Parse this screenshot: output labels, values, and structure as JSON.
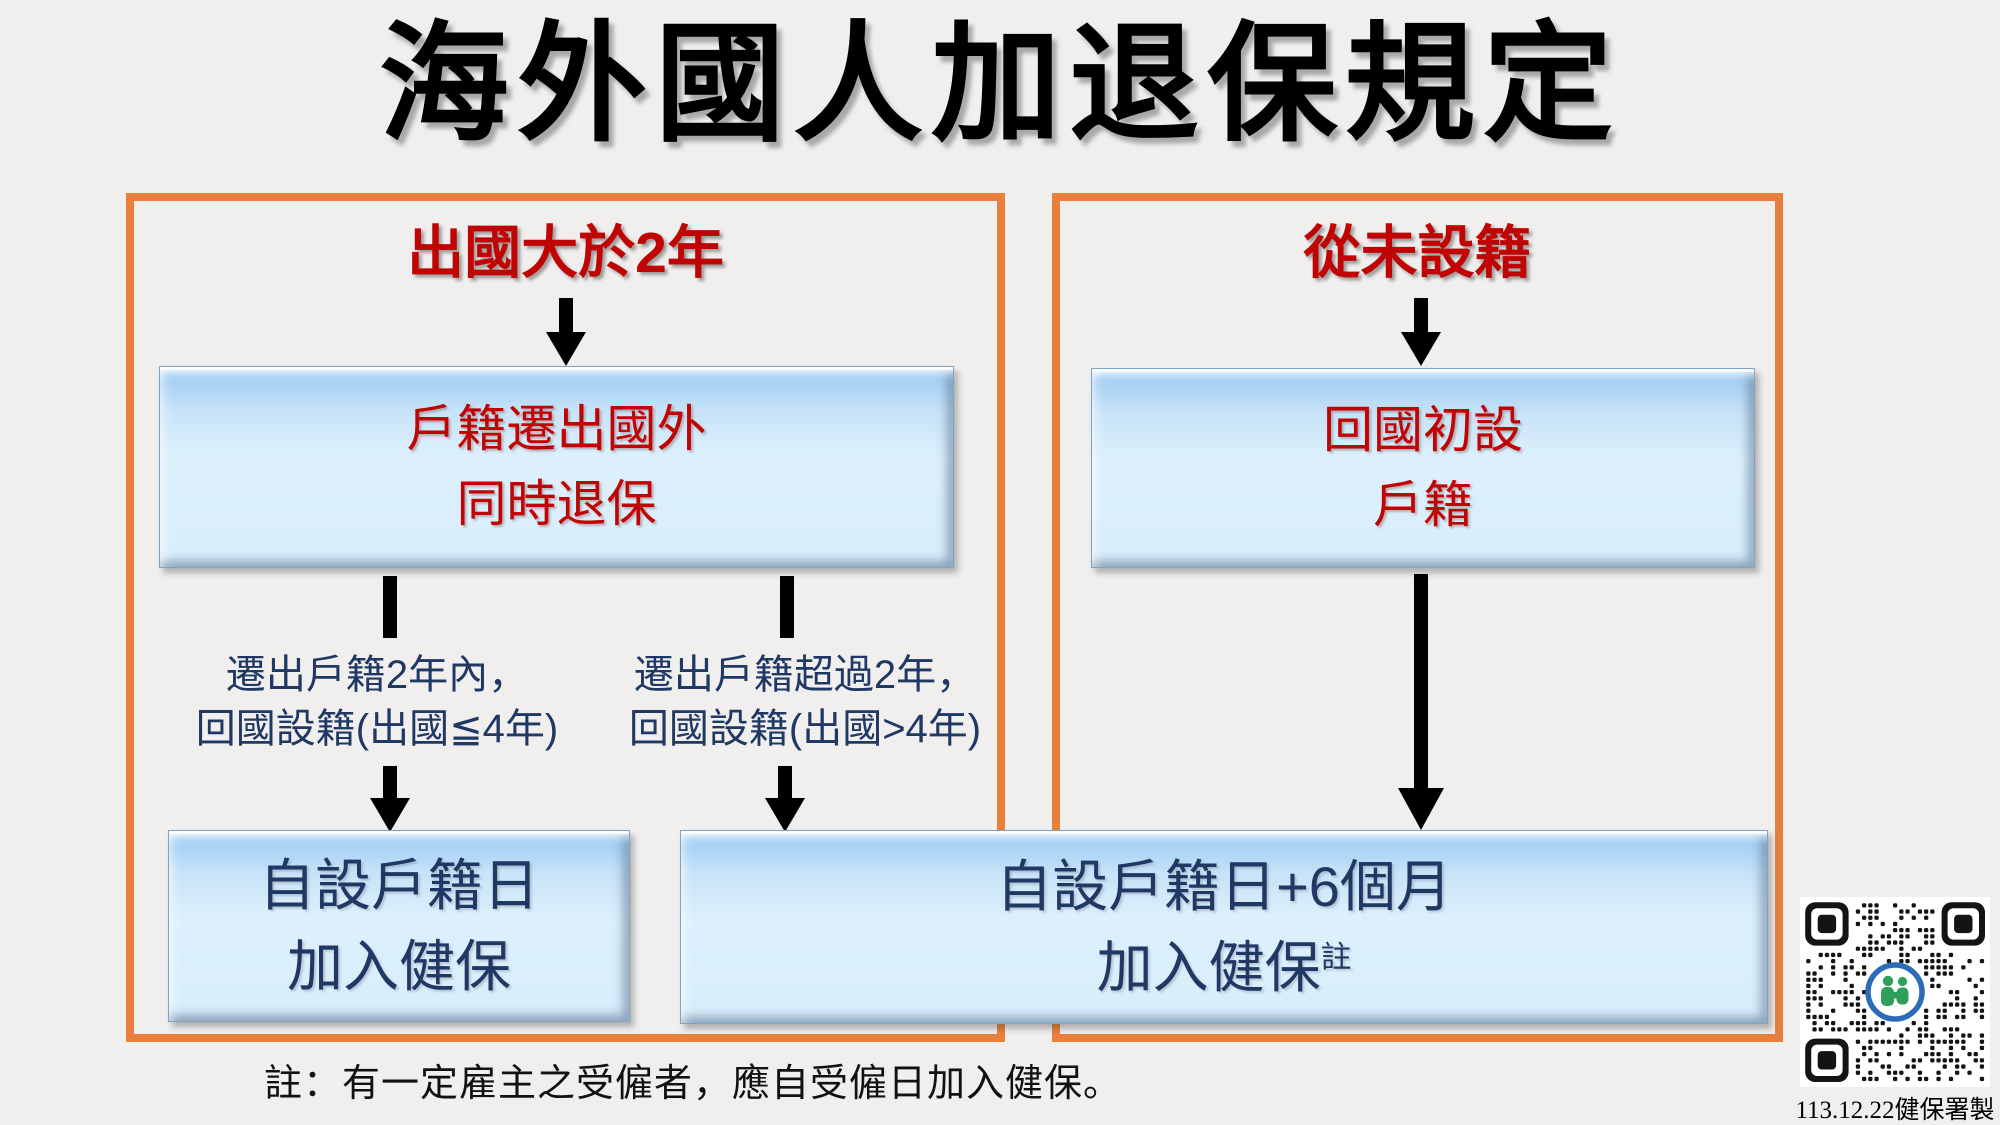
{
  "slide": {
    "title": "海外國人加退保規定",
    "note": "註：有一定雇主之受僱者，應自受僱日加入健保。",
    "colors": {
      "background": "#F0EFEE",
      "frame_orange": "#E8803C",
      "red_text": "#C00404",
      "navy_text": "#1F3864",
      "box_gradient_top": "#8FC3EE",
      "box_gradient_bottom": "#D8EDFB",
      "arrow_black": "#000000",
      "qr_logo_blue": "#2B6CB5",
      "qr_logo_green": "#2FA05A"
    }
  },
  "left_panel": {
    "header": "出國大於2年",
    "top_box": {
      "line1": "戶籍遷出國外",
      "line2": "同時退保"
    },
    "branch_within_2y": {
      "label_line1": "遷出戶籍2年內，",
      "label_line2": "回國設籍(出國≦4年)"
    },
    "branch_over_2y": {
      "label_line1": "遷出戶籍超過2年，",
      "label_line2": "回國設籍(出國>4年)"
    },
    "result_box": {
      "line1": "自設戶籍日",
      "line2": "加入健保"
    }
  },
  "right_panel": {
    "header": "從未設籍",
    "top_box": {
      "line1": "回國初設",
      "line2": "戶籍"
    }
  },
  "shared_result_box": {
    "line1": "自設戶籍日+6個月",
    "line2": "加入健保",
    "superscript": "註"
  },
  "footer": {
    "qr_caption": "113.12.22健保署製"
  }
}
